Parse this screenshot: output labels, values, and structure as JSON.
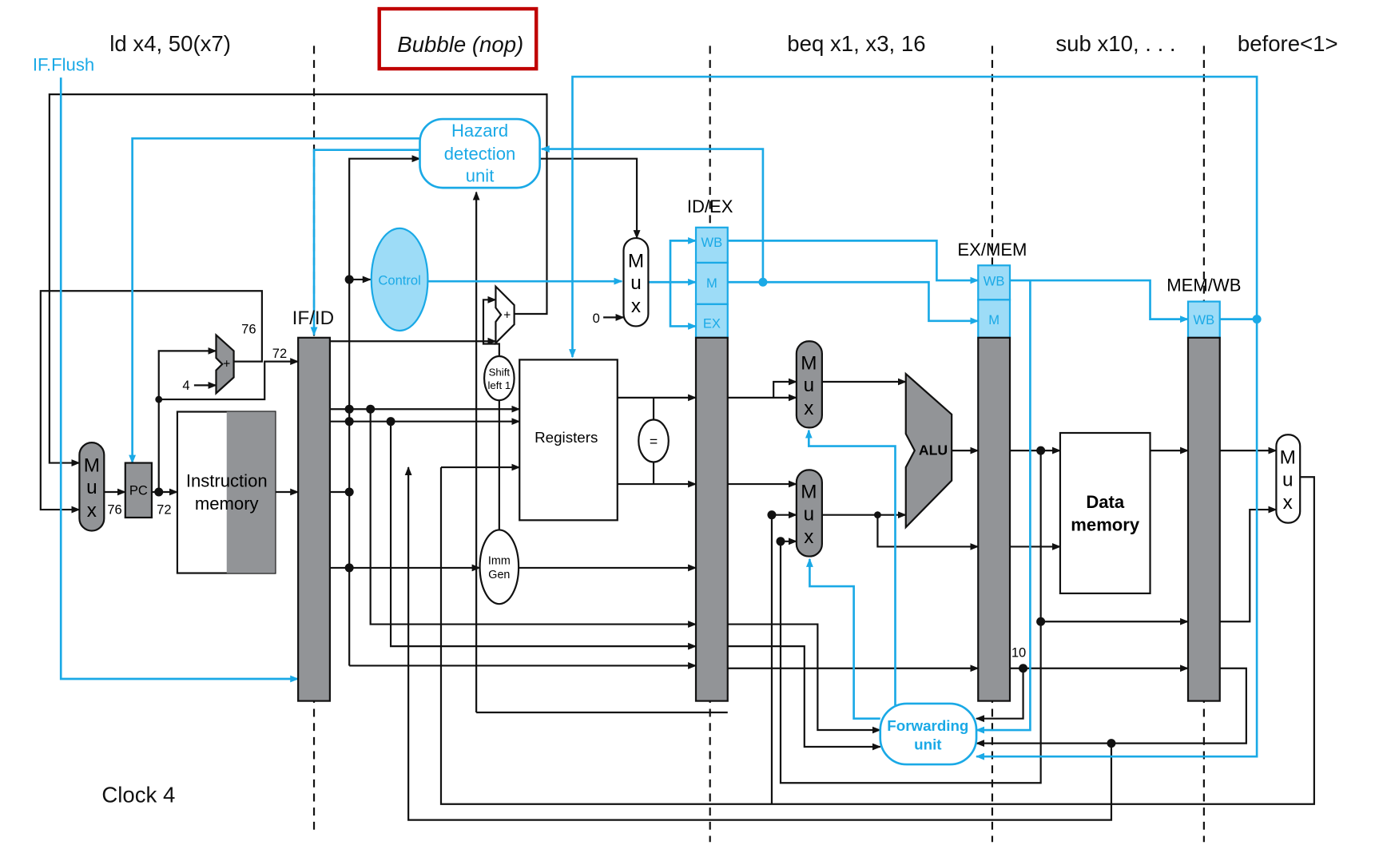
{
  "header": {
    "instr_if": "ld x4, 50(x7)",
    "instr_id": "Bubble (nop)",
    "instr_ex": "beq x1, x3, 16",
    "instr_mem": "sub x10, . . .",
    "instr_wb": "before<1>",
    "if_flush": "IF.Flush"
  },
  "registers": {
    "ifid": "IF/ID",
    "idex": "ID/EX",
    "exmem": "EX/MEM",
    "memwb": "MEM/WB",
    "wb": "WB",
    "m": "M",
    "ex": "EX"
  },
  "units": {
    "hazard": [
      "Hazard",
      "detection",
      "unit"
    ],
    "control": "Control",
    "registers": "Registers",
    "instr_mem": [
      "Instruction",
      "memory"
    ],
    "data_mem": [
      "Data",
      "memory"
    ],
    "alu": "ALU",
    "imm_gen": [
      "Imm",
      "Gen"
    ],
    "shift": [
      "Shift",
      "left 1"
    ],
    "forwarding": [
      "Forwarding",
      "unit"
    ],
    "pc": "PC",
    "mux": [
      "M",
      "u",
      "x"
    ],
    "equal": "=",
    "plus": "+"
  },
  "values": {
    "v76a": "76",
    "v72a": "72",
    "v76b": "76",
    "v72b": "72",
    "four": "4",
    "zero": "0",
    "ten": "10"
  },
  "footer": {
    "clock": "Clock 4"
  },
  "colors": {
    "control": "#1aa9e6",
    "control_fill": "#9ddcf7",
    "register": "#929497",
    "highlight": "#c00000"
  }
}
